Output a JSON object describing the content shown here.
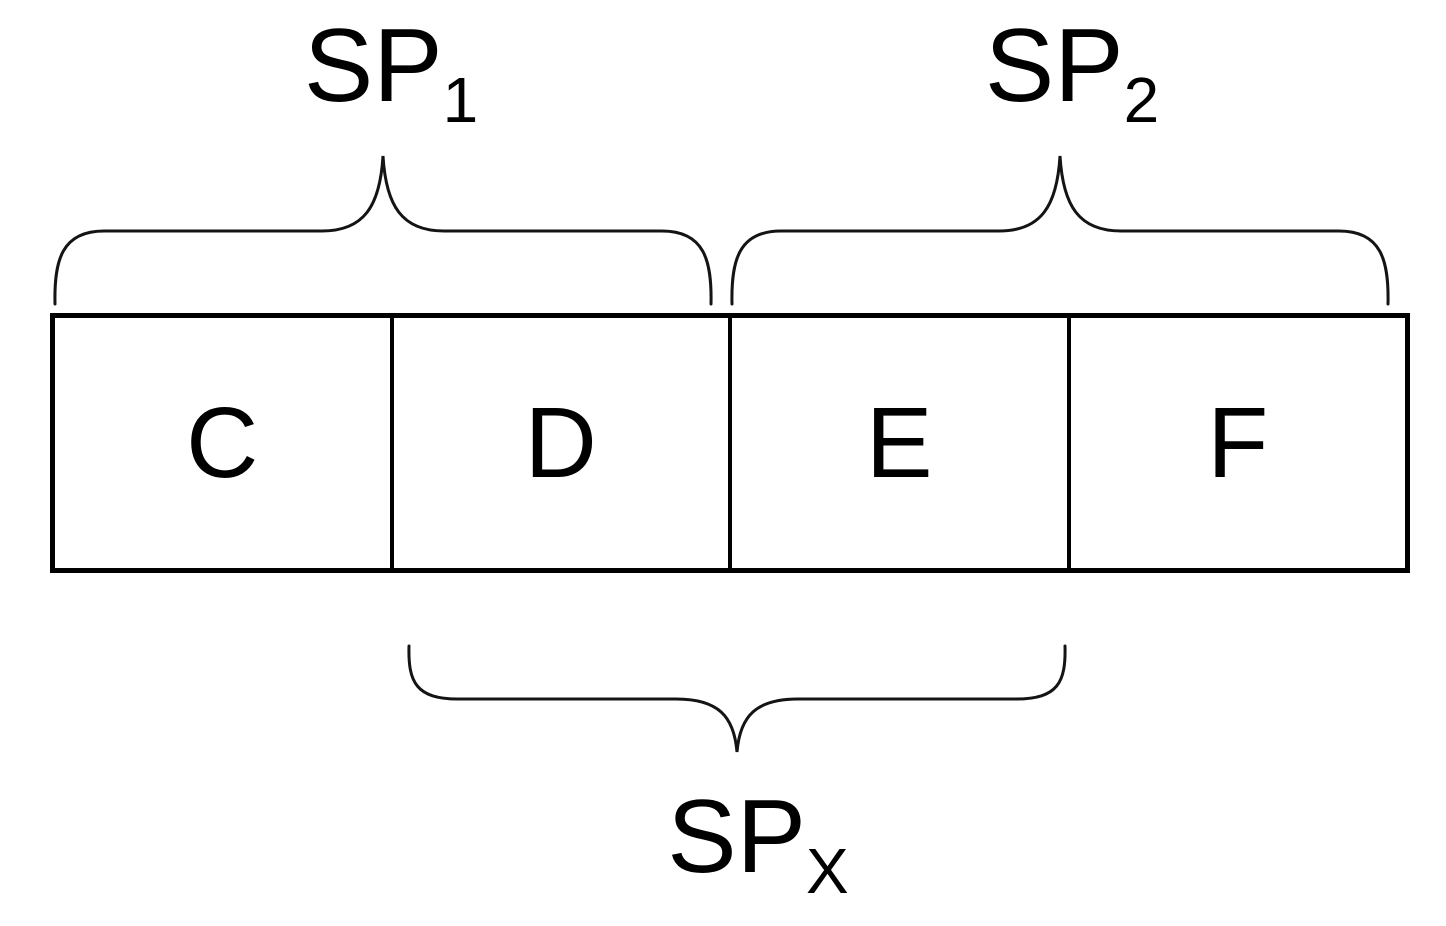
{
  "diagram": {
    "boxes": [
      {
        "label": "C"
      },
      {
        "label": "D"
      },
      {
        "label": "E"
      },
      {
        "label": "F"
      }
    ],
    "braces": [
      {
        "name": "SP",
        "subscript": "1",
        "side": "top",
        "spans": "C-D"
      },
      {
        "name": "SP",
        "subscript": "2",
        "side": "top",
        "spans": "E-F"
      },
      {
        "name": "SP",
        "subscript": "X",
        "side": "bottom",
        "spans": "D-E"
      }
    ],
    "colors": {
      "line": "#141414",
      "text": "#000000",
      "background": "#ffffff"
    }
  }
}
